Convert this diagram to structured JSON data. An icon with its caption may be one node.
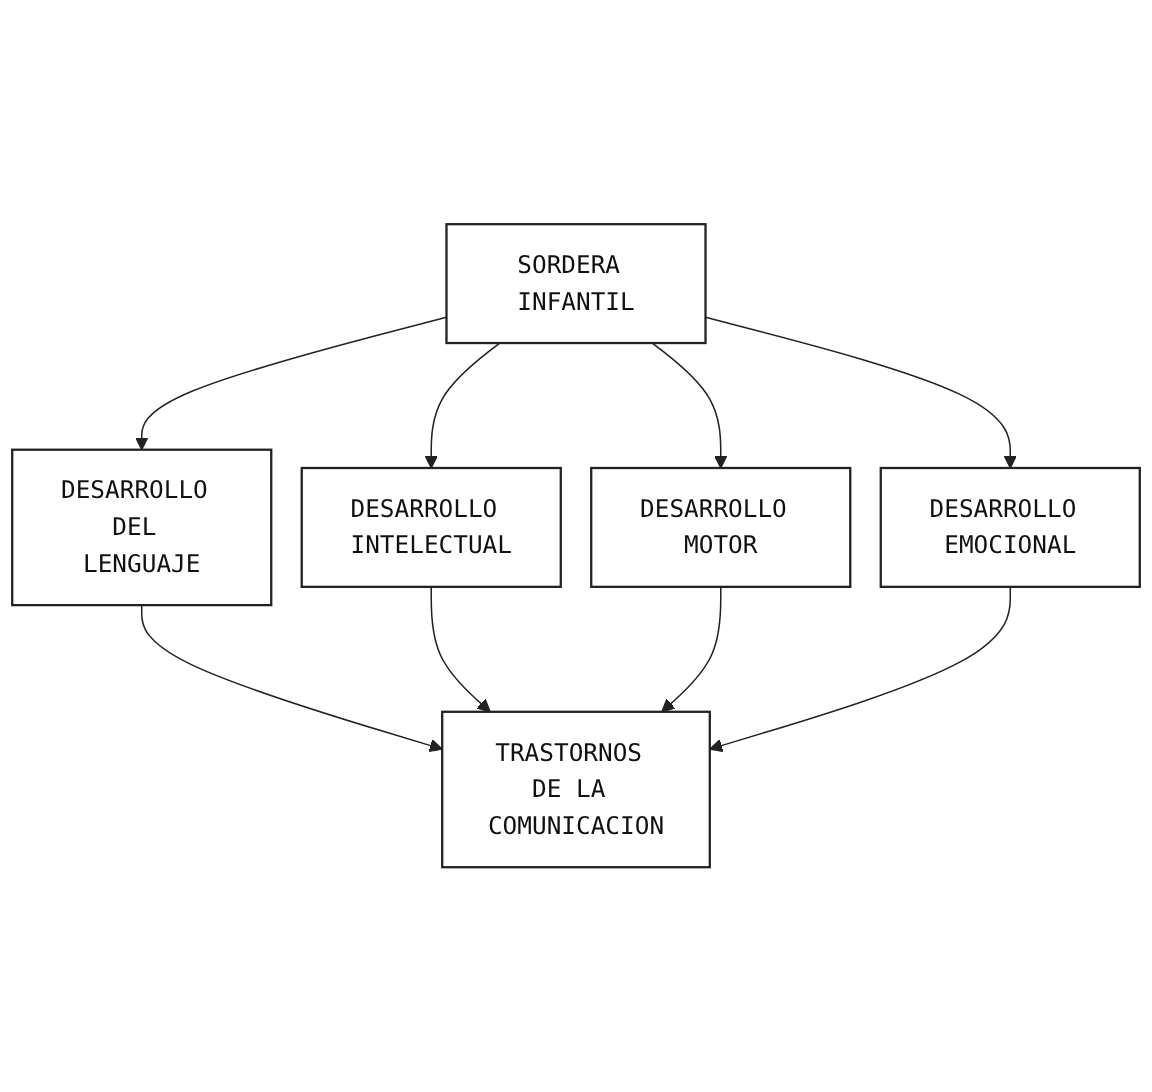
{
  "diagram": {
    "nodes": [
      {
        "text": [
          "SORDERA INFANTIL"
        ]
      },
      {
        "text": [
          "DESARROLLO DEL LENGUAJE"
        ]
      },
      {
        "text": [
          "DESARROLLO INTELECTUAL"
        ]
      },
      {
        "text": [
          "DESARROLLO MOTOR"
        ]
      },
      {
        "text": [
          "DESARROLLO EMOCIONAL"
        ]
      },
      {
        "text": [
          "TRASTORNOS DE LA COMUNICACION"
        ]
      }
    ],
    "edges": [
      {
        "from": 0,
        "to": 1,
        "arrow": "to"
      },
      {
        "from": 0,
        "to": 2,
        "arrow": "to"
      },
      {
        "from": 0,
        "to": 3,
        "arrow": "to"
      },
      {
        "from": 0,
        "to": 4,
        "arrow": "to"
      },
      {
        "from": 1,
        "to": 5,
        "arrow": "to"
      },
      {
        "from": 2,
        "to": 5,
        "arrow": "to"
      },
      {
        "from": 3,
        "to": 5,
        "arrow": "to"
      },
      {
        "from": 4,
        "to": 5,
        "arrow": "to"
      }
    ]
  }
}
